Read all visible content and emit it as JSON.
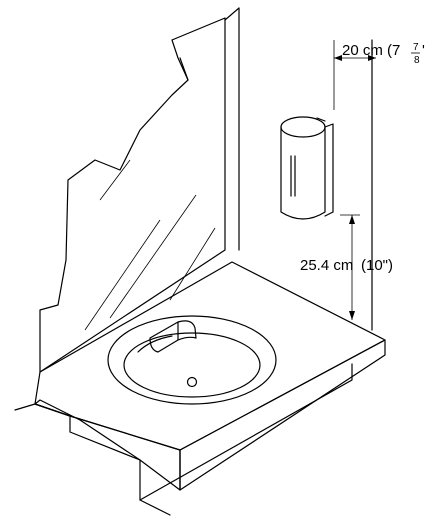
{
  "dimensions": {
    "width_label": "20 cm",
    "width_label_imperial": "(7",
    "width_fraction_num": "7",
    "width_fraction_den": "8",
    "width_label_tail": "'",
    "height_label": "25.4 cm",
    "height_label_imperial": "(10\")"
  },
  "colors": {
    "ink": "#000000",
    "background": "#ffffff"
  }
}
